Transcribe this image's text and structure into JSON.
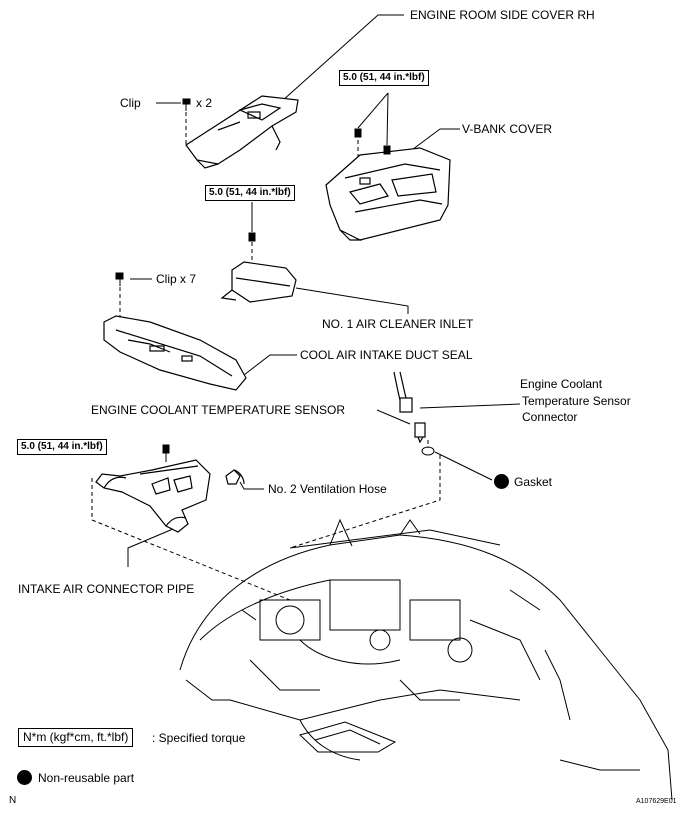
{
  "labels": {
    "engine_room_side_cover": "ENGINE ROOM SIDE COVER RH",
    "clip_x2": "Clip",
    "x2": "x 2",
    "v_bank_cover": "V-BANK COVER",
    "clip_x7": "Clip x 7",
    "no1_air_cleaner_inlet": "NO. 1 AIR CLEANER INLET",
    "cool_air_intake_duct_seal": "COOL AIR INTAKE DUCT SEAL",
    "engine_coolant_temperature_sensor": "ENGINE COOLANT TEMPERATURE SENSOR",
    "ect_connector_1": "Engine Coolant",
    "ect_connector_2": "Temperature Sensor",
    "ect_connector_3": "Connector",
    "gasket": "Gasket",
    "no2_ventilation_hose": "No. 2 Ventilation Hose",
    "intake_air_connector_pipe": "INTAKE AIR CONNECTOR PIPE"
  },
  "torque": {
    "v_bank": "5.0 (51, 44 in.*lbf)",
    "air_cleaner": "5.0 (51, 44 in.*lbf)",
    "connector_pipe": "5.0 (51, 44 in.*lbf)"
  },
  "legend": {
    "torque_box": "N*m (kgf*cm, ft.*lbf)",
    "torque_text": ": Specified torque",
    "nonreusable_text": "Non-reusable part"
  },
  "footer": {
    "left": "N",
    "right": "A107629E01"
  }
}
